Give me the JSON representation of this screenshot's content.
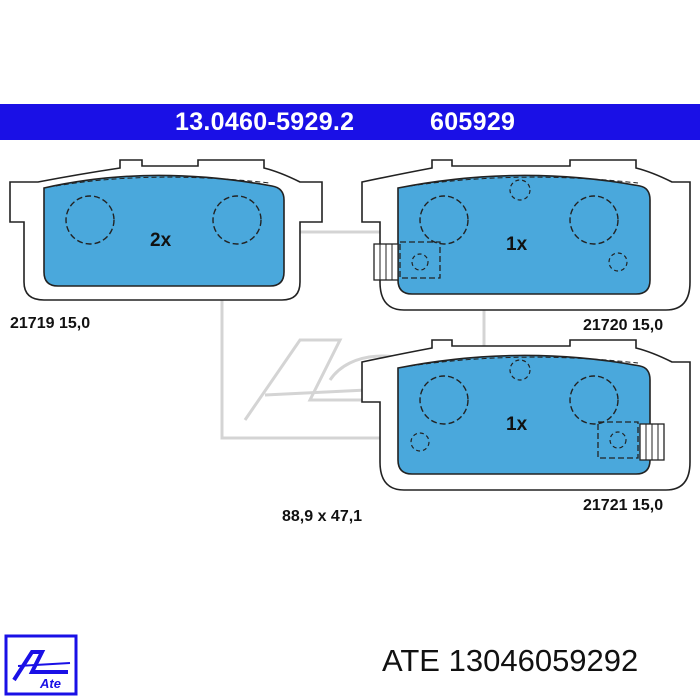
{
  "header": {
    "part_number": "13.0460-5929.2",
    "ref_number": "605929",
    "background_color": "#1a10e6",
    "text_color": "#ffffff"
  },
  "pads": [
    {
      "quantity": "2x",
      "code": "21719",
      "thickness": "15,0"
    },
    {
      "quantity": "1x",
      "code": "21720",
      "thickness": "15,0"
    },
    {
      "quantity": "1x",
      "code": "21721",
      "thickness": "15,0"
    }
  ],
  "dimensions": "88,9 x 47,1",
  "colors": {
    "pad_fill": "#4aa8dc",
    "outline": "#222222"
  },
  "logo": {
    "text": "Ate",
    "color": "#1a10e6",
    "icon": "ate-logo-icon",
    "watermark": "ate-watermark-logo"
  },
  "footer": {
    "brand": "ATE",
    "article": "13046059292"
  }
}
